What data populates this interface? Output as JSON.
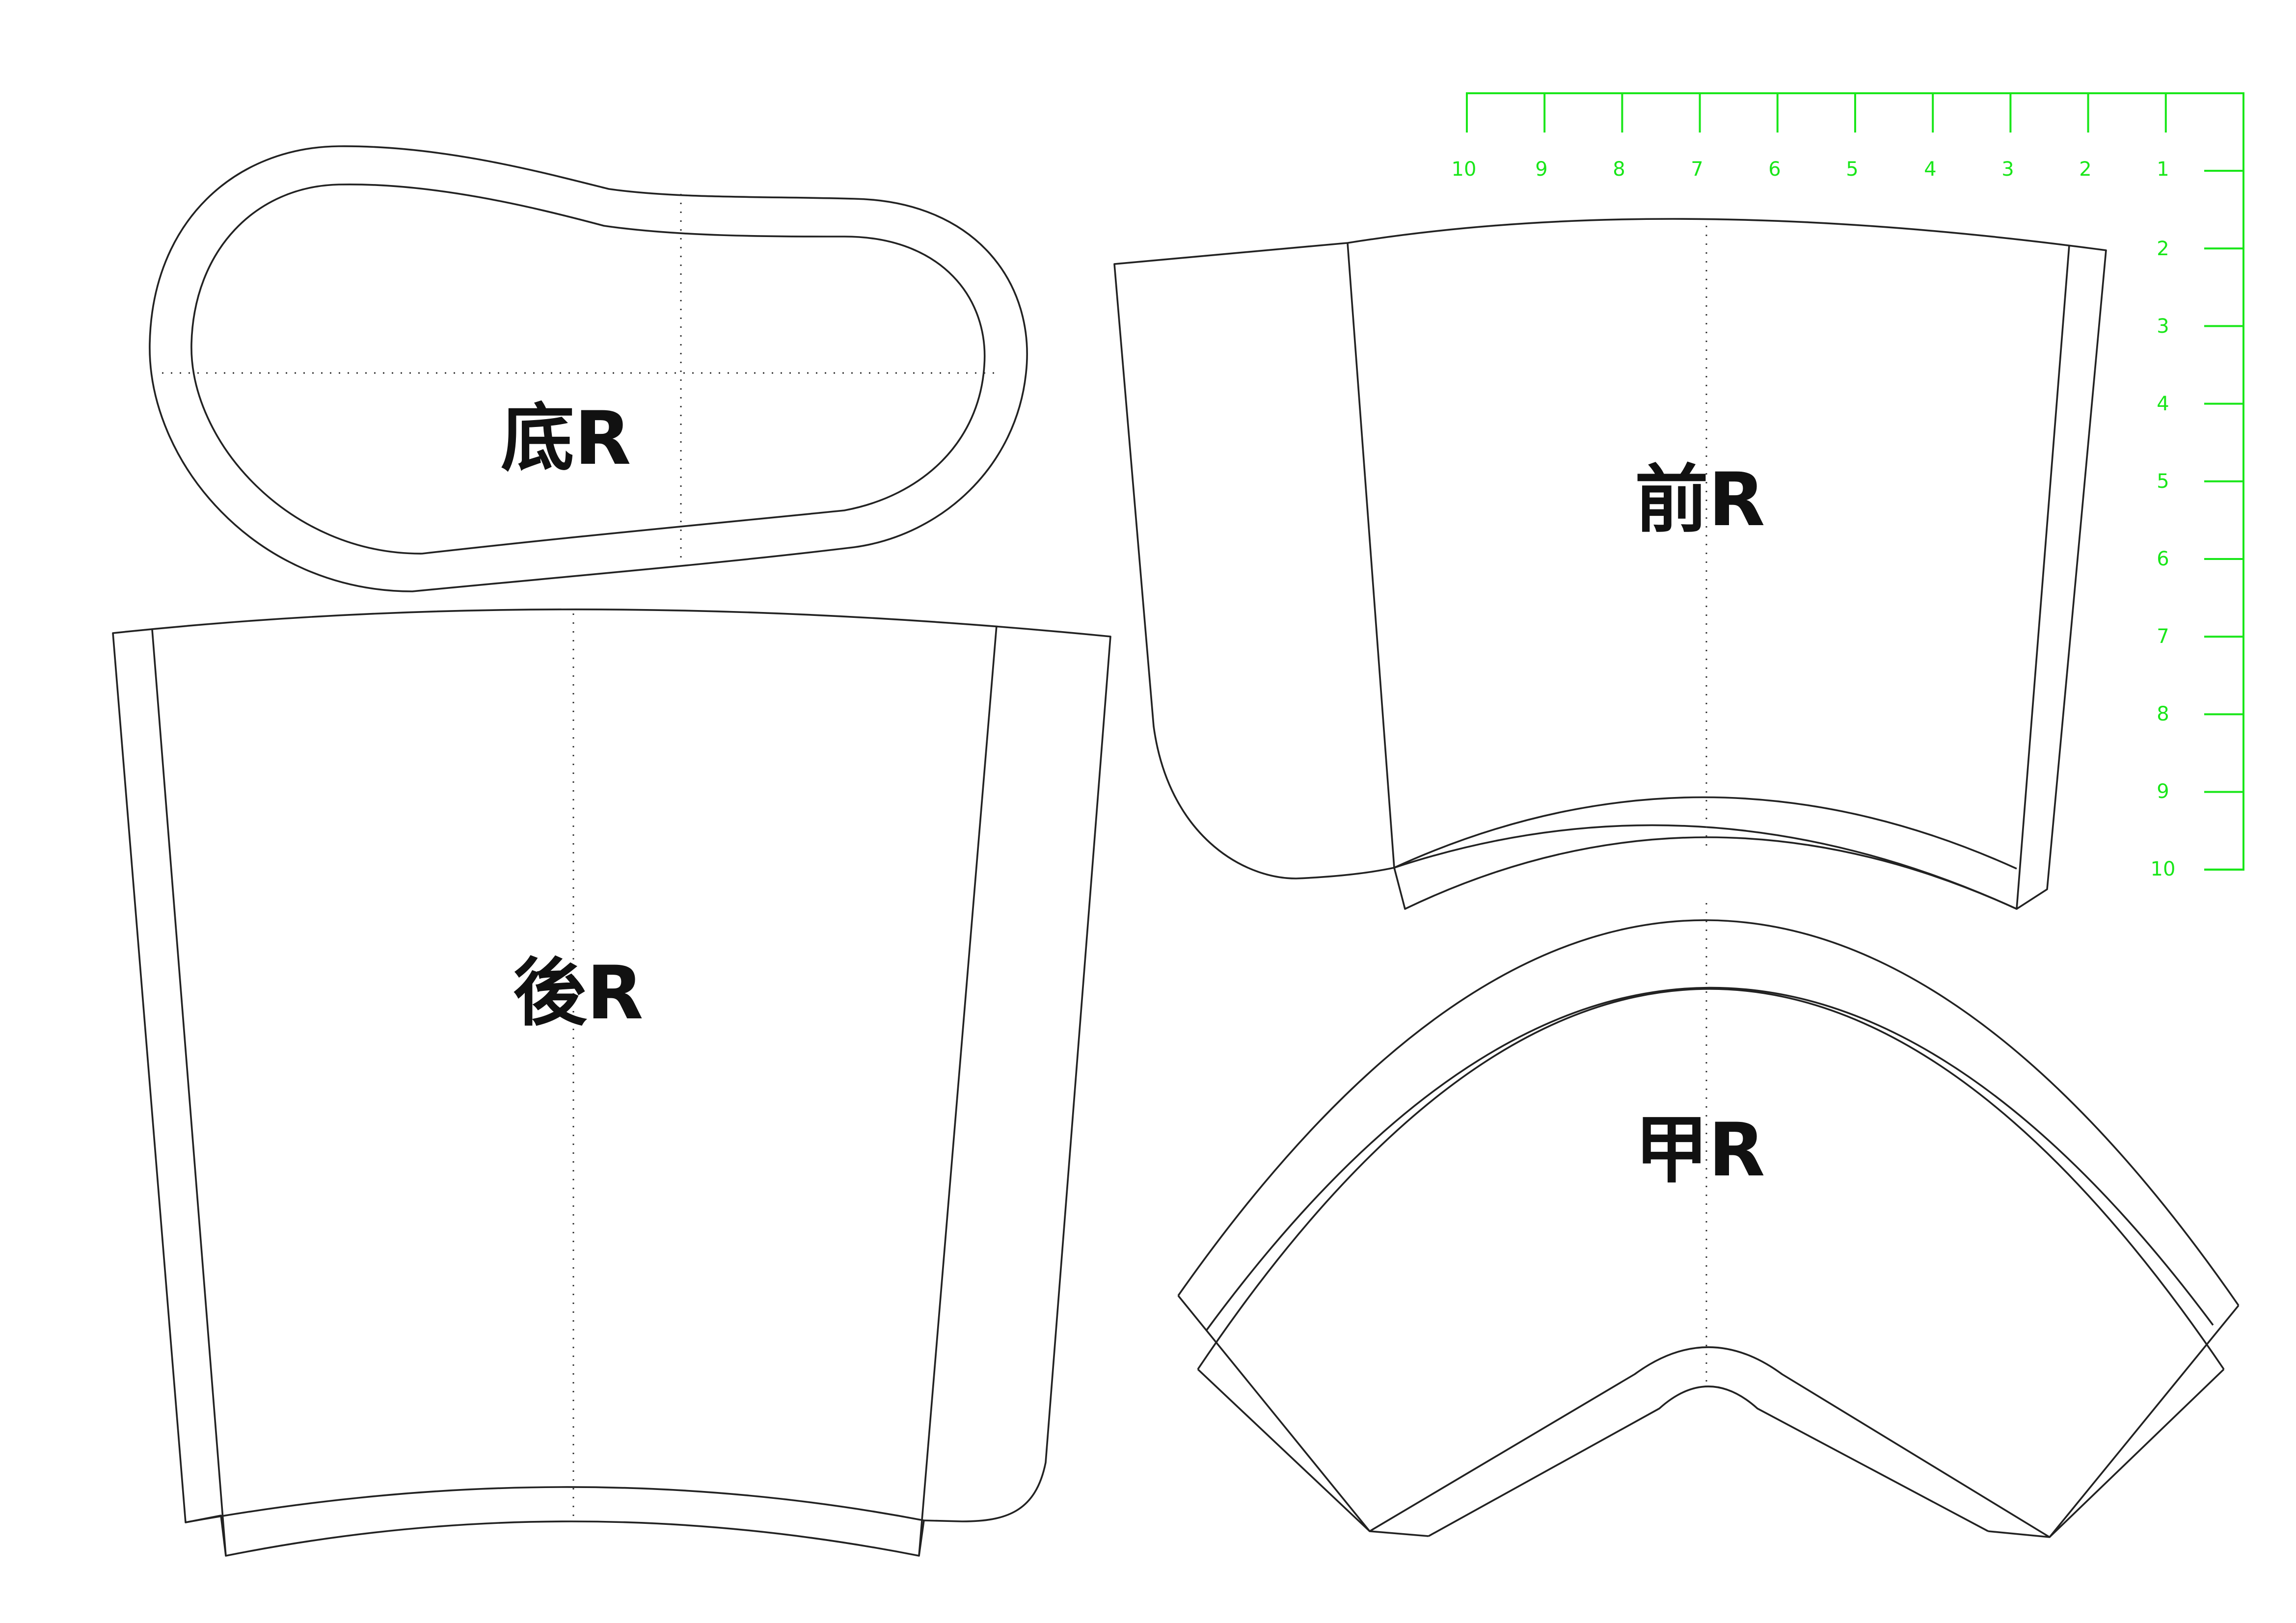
{
  "ruler": {
    "color": "#19e619",
    "top_numbers": [
      "10",
      "9",
      "8",
      "7",
      "6",
      "5",
      "4",
      "3",
      "2",
      "1"
    ],
    "side_numbers": [
      "2",
      "3",
      "4",
      "5",
      "6",
      "7",
      "8",
      "9",
      "10"
    ]
  },
  "pieces": {
    "sole": {
      "label": "底R"
    },
    "front": {
      "label": "前R"
    },
    "back": {
      "label": "後R"
    },
    "vamp": {
      "label": "甲R"
    }
  }
}
